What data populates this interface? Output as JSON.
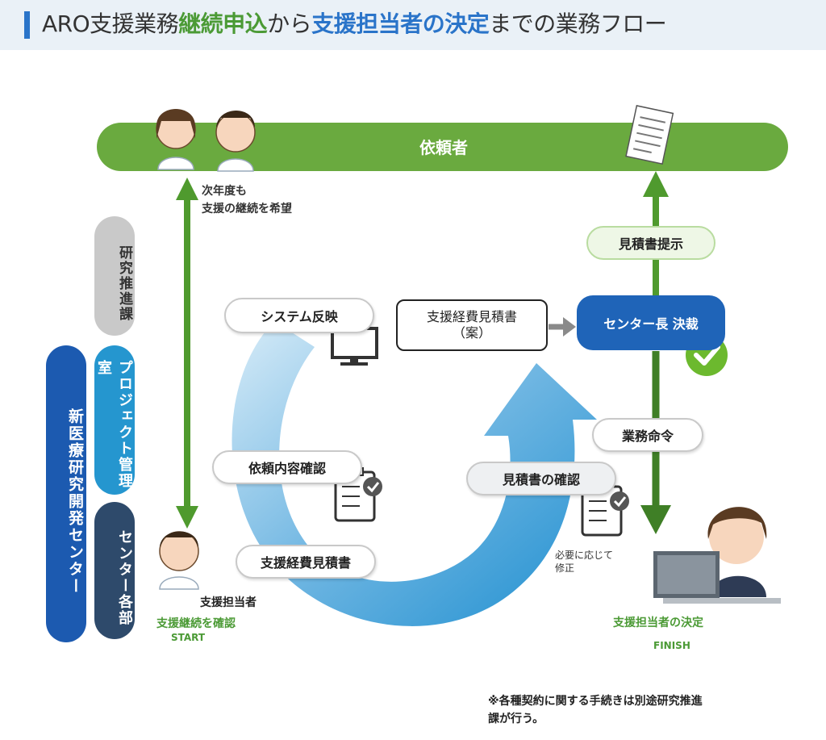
{
  "title": {
    "part1": "ARO支援業務",
    "part2": "継続申込",
    "part3": "から",
    "part4": "支援担当者の決定",
    "part5": "までの業務フロー"
  },
  "requester_label": "依頼者",
  "sidebar": {
    "new_center": "新医療研究開発センター",
    "research_promotion": "研究推進課",
    "project_office": "プロジェクト管理室",
    "center_departments": "センター各部"
  },
  "notes": {
    "continue_wish": "次年度も\n支援の継続を希望",
    "support_person": "支援担当者",
    "confirm_continue": "支援継続を確認",
    "start": "START",
    "decision": "支援担当者の決定",
    "finish": "FINISH",
    "revise": "必要に応じて\n修正",
    "footnote": "※各種契約に関する手続きは別途研究推進\n課が行う。"
  },
  "steps": {
    "system_reflect": "システム反映",
    "request_confirm": "依頼内容確認",
    "support_estimate": "支援経費見積書",
    "estimate_check": "見積書の確認",
    "draft_estimate": "支援経費見積書\n（案）",
    "director_approval": "センター長 決裁",
    "estimate_present": "見積書提示",
    "work_order": "業務命令"
  },
  "colors": {
    "green": "#6aaa3f",
    "dark_green": "#3f8a2b",
    "blue": "#1f64b8",
    "cyan": "#2596cf",
    "navy": "#2e4a6b",
    "gray": "#c9c9c9"
  }
}
